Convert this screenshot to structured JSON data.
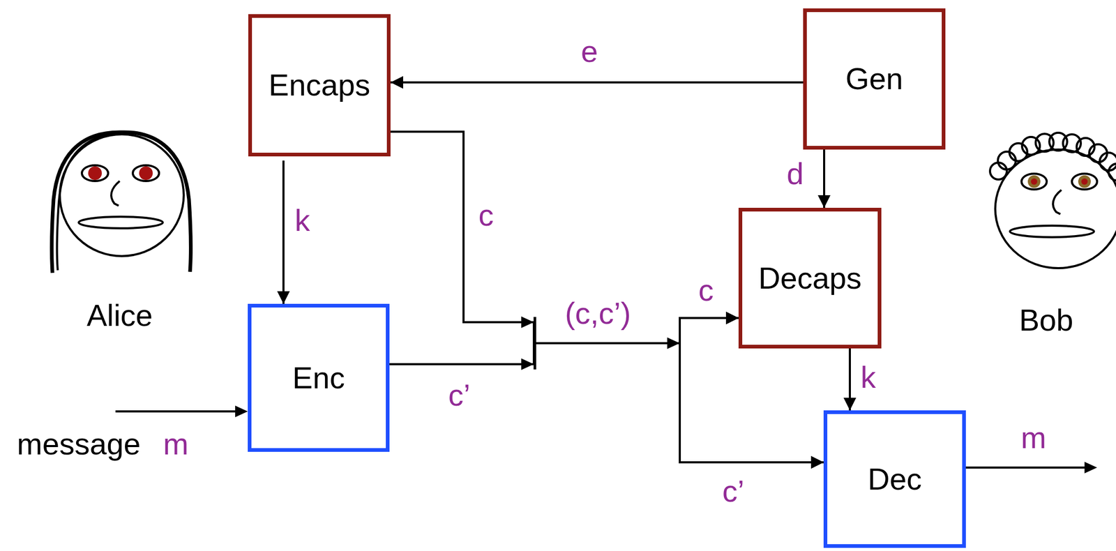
{
  "diagram": {
    "nodes": [
      {
        "text": [
          "Encaps"
        ]
      },
      {
        "text": [
          "Gen"
        ]
      },
      {
        "text": [
          "Decaps"
        ]
      },
      {
        "text": [
          "Enc"
        ]
      },
      {
        "text": [
          "Dec"
        ]
      }
    ],
    "edges": [
      {
        "from": 1,
        "to": 0,
        "label": "e",
        "arrow": "to"
      },
      {
        "from": 1,
        "to": 2,
        "label": "d",
        "arrow": "to"
      },
      {
        "from": 0,
        "to": 3,
        "label": "k",
        "arrow": "to"
      },
      {
        "from": 2,
        "to": 4,
        "label": "k",
        "arrow": "to"
      },
      {
        "from": 0,
        "to": 2,
        "label": "c",
        "arrow": "to"
      },
      {
        "from": 0,
        "to": 4,
        "arrow": "to"
      },
      {
        "from": 3,
        "to": 2,
        "label": "c’",
        "arrow": "to"
      },
      {
        "from": 3,
        "to": 4,
        "arrow": "to"
      }
    ],
    "labels": [
      "Alice",
      "Bob",
      "message",
      "m",
      "(c,c’)",
      "c",
      "c’",
      "m"
    ]
  }
}
